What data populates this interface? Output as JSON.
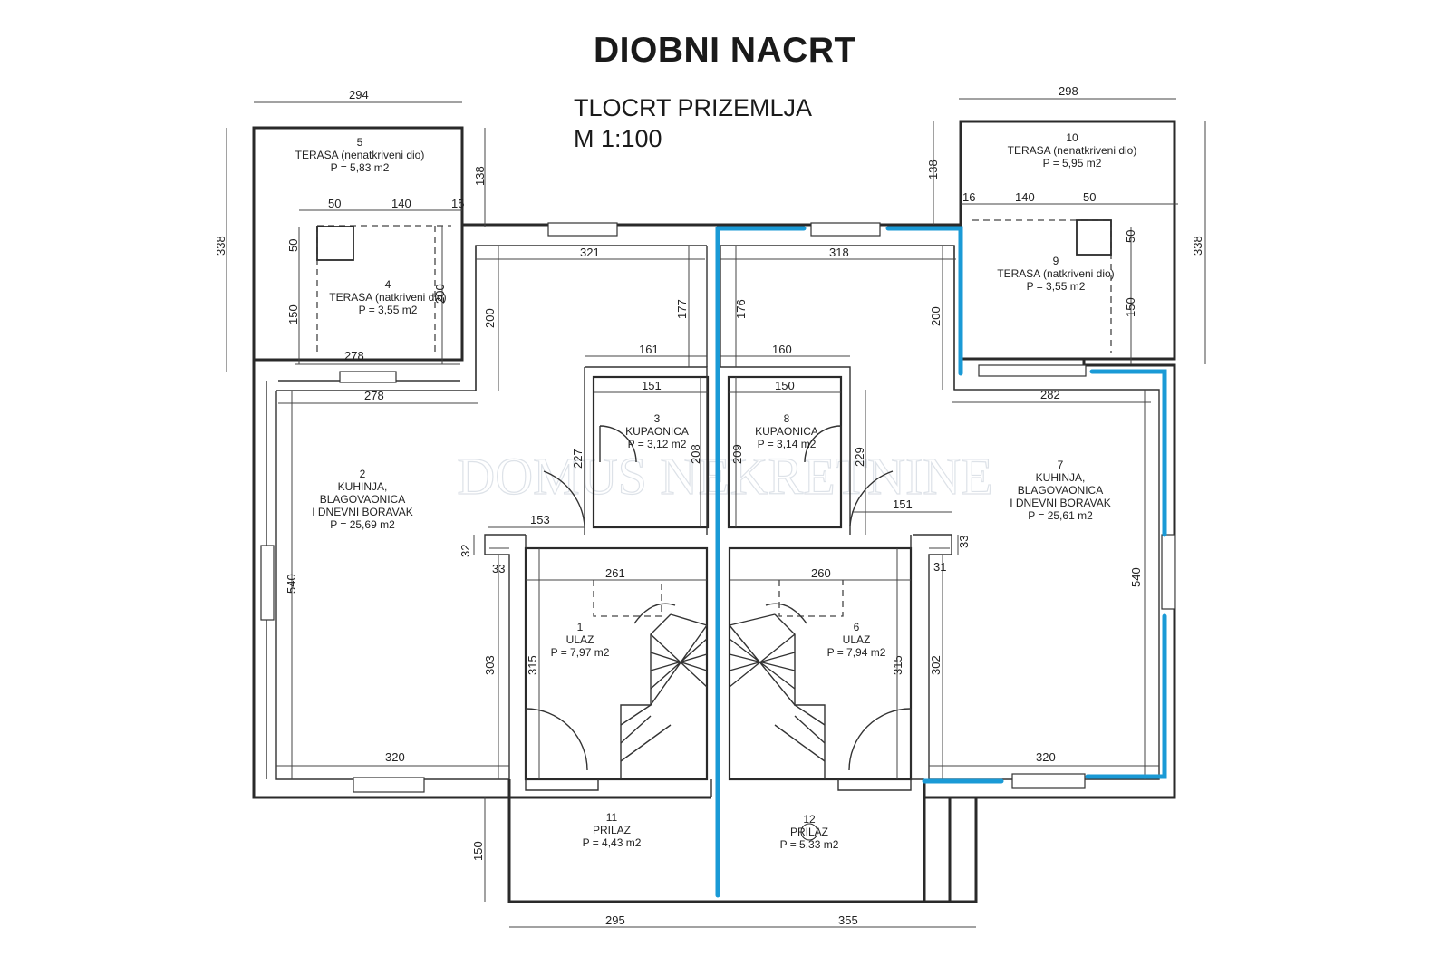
{
  "title": "DIOBNI NACRT",
  "subtitle_line1": "TLOCRT PRIZEMLJA",
  "subtitle_line2": "M 1:100",
  "rooms": [
    {
      "num": "1",
      "lines": [
        "ULAZ"
      ],
      "area": "P = 7,97 m2"
    },
    {
      "num": "2",
      "lines": [
        "KUHINJA,",
        "BLAGOVAONICA",
        "I DNEVNI BORAVAK"
      ],
      "area": "P = 25,69 m2"
    },
    {
      "num": "3",
      "lines": [
        "KUPAONICA"
      ],
      "area": "P = 3,12 m2"
    },
    {
      "num": "4",
      "lines": [
        "TERASA (natkriveni dio)"
      ],
      "area": "P = 3,55 m2"
    },
    {
      "num": "5",
      "lines": [
        "TERASA (nenatkriveni dio)"
      ],
      "area": "P = 5,83 m2"
    },
    {
      "num": "6",
      "lines": [
        "ULAZ"
      ],
      "area": "P = 7,94 m2"
    },
    {
      "num": "7",
      "lines": [
        "KUHINJA,",
        "BLAGOVAONICA",
        "I DNEVNI BORAVAK"
      ],
      "area": "P = 25,61 m2"
    },
    {
      "num": "8",
      "lines": [
        "KUPAONICA"
      ],
      "area": "P = 3,14 m2"
    },
    {
      "num": "9",
      "lines": [
        "TERASA (natkriveni dio)"
      ],
      "area": "P = 3,55 m2"
    },
    {
      "num": "10",
      "lines": [
        "TERASA (nenatkriveni dio)"
      ],
      "area": "P = 5,95 m2"
    },
    {
      "num": "11",
      "lines": [
        "PRILAZ"
      ],
      "area": "P = 4,43 m2"
    },
    {
      "num": "12",
      "lines": [
        "PRILAZ"
      ],
      "area": "P = 5,33 m2"
    }
  ],
  "dimensions": {
    "top_left_width": "294",
    "top_right_width": "298",
    "left_total_height": "338",
    "right_total_height": "338",
    "terrace_left_depth": "138",
    "terrace_right_depth": "138",
    "t4_a": "50",
    "t4_b": "140",
    "t4_c": "15",
    "t4_h1": "50",
    "t4_h2": "150",
    "t4_h3": "200",
    "t4_bottom": "278",
    "t9_a": "16",
    "t9_b": "140",
    "t9_c": "50",
    "t9_h1": "50",
    "t9_h2": "150",
    "k2_top": "278",
    "k2_height": "540",
    "k2_lower": "303",
    "k2_bottom": "320",
    "k7_top": "282",
    "k7_height": "540",
    "k7_lower": "302",
    "k7_bottom": "320",
    "n_left_width": "321",
    "n_left_h": "200",
    "n_left_177": "177",
    "n_right_width": "318",
    "n_right_h": "200",
    "n_right_176": "176",
    "b3_outer": "161",
    "b3_inner": "151",
    "b3_h": "227",
    "b3_h2": "208",
    "b8_outer": "160",
    "b8_inner": "150",
    "b8_h": "229",
    "b8_h2": "209",
    "d153": "153",
    "d151": "151",
    "d32": "32",
    "d33a": "33",
    "d33b": "33",
    "d31": "31",
    "u1_width": "261",
    "u1_h": "315",
    "u6_width": "260",
    "u6_h": "315",
    "prilaz_h": "150",
    "bottom_left": "295",
    "bottom_right": "355"
  },
  "watermark": "DOMUS NEKRETNINE",
  "colors": {
    "division_line": "#1a9ad6",
    "walls": "#2a2a2a"
  }
}
